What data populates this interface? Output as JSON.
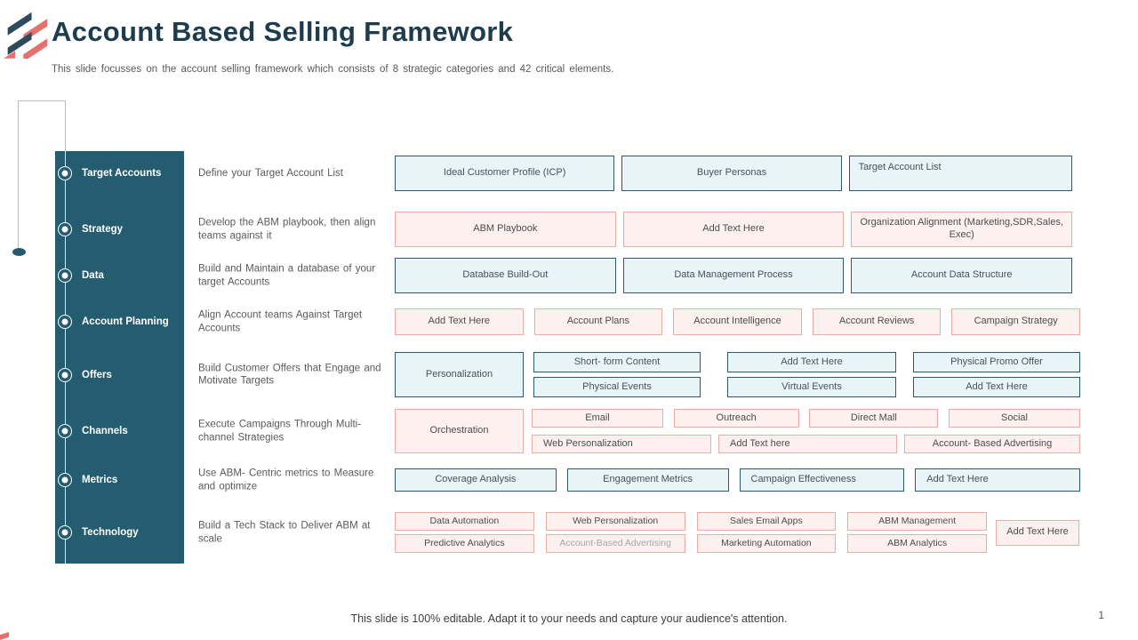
{
  "header": {
    "title": "Account Based Selling Framework",
    "subtitle": "This slide focusses on the account selling framework  which  consists  of 8 strategic categories and 42 critical elements."
  },
  "colors": {
    "sidebar_teal": "#255d70",
    "blue_box_fill": "#e9f4f8",
    "blue_box_border": "#2a5a6c",
    "pink_box_fill": "#fdf1f0",
    "pink_box_border": "#ecaba4",
    "logo_dark": "#2d4b5d",
    "logo_coral": "#e4716d",
    "title_text": "#1d3c4e"
  },
  "categories": [
    {
      "label": "Target Accounts",
      "description": "Define your Target Account List",
      "boxes": [
        "Ideal Customer Profile (ICP)",
        "Buyer Personas",
        "Target Account List"
      ]
    },
    {
      "label": "Strategy",
      "description": "Develop the ABM playbook, then align teams against it",
      "boxes": [
        "ABM Playbook",
        "Add Text Here",
        "Organization Alignment (Marketing,SDR,Sales, Exec)"
      ]
    },
    {
      "label": "Data",
      "description": "Build and Maintain a database of your target Accounts",
      "boxes": [
        "Database Build-Out",
        "Data Management Process",
        "Account Data Structure"
      ]
    },
    {
      "label": "Account Planning",
      "description": "Align Account teams Against Target Accounts",
      "boxes": [
        "Add Text Here",
        "Account Plans",
        "Account Intelligence",
        "Account Reviews",
        "Campaign Strategy"
      ]
    },
    {
      "label": "Offers",
      "description": "Build Customer Offers that Engage and Motivate Targets",
      "tall_box": "Personalization",
      "box_pairs": [
        [
          "Short- form Content",
          "Physical Events"
        ],
        [
          "Add Text Here",
          "Virtual Events"
        ],
        [
          "Physical Promo Offer",
          "Add Text Here"
        ]
      ]
    },
    {
      "label": "Channels",
      "description": "Execute Campaigns Through Multi-channel  Strategies",
      "tall_box": "Orchestration",
      "row_top": [
        "Email",
        "Outreach",
        "Direct Mall",
        "Social"
      ],
      "row_bottom": [
        "Web Personalization",
        "Add Text here",
        "Account- Based Advertising"
      ]
    },
    {
      "label": "Metrics",
      "description": "Use ABM- Centric metrics to Measure and optimize",
      "boxes": [
        "Coverage Analysis",
        "Engagement Metrics",
        "Campaign Effectiveness",
        "Add Text Here"
      ]
    },
    {
      "label": "Technology",
      "description": "Build a Tech Stack to Deliver ABM at scale",
      "row_top": [
        "Data Automation",
        "Web Personalization",
        "Sales Email Apps",
        "ABM Management"
      ],
      "row_bottom": [
        "Predictive Analytics",
        "Account-Based Advertising",
        "Marketing Automation",
        "ABM Analytics"
      ],
      "side_box": "Add Text Here"
    }
  ],
  "footer": {
    "note": "This slide is 100% editable. Adapt it to your needs and capture your audience's attention.",
    "page_number": "1"
  }
}
